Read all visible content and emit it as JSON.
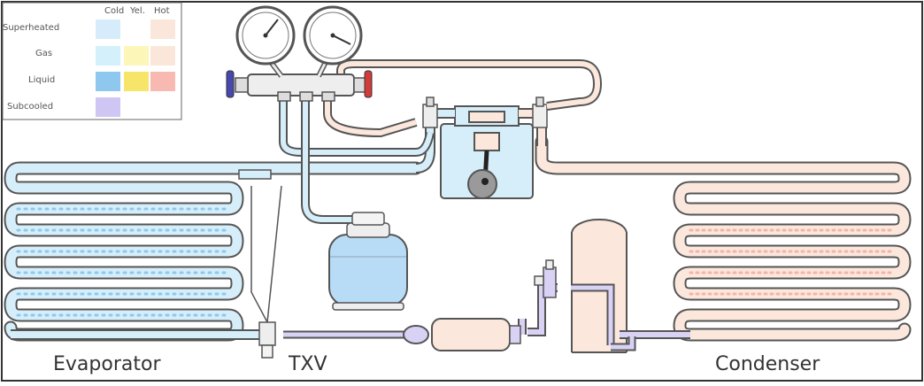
{
  "legend": {
    "columns": [
      "Cold",
      "Yel.",
      "Hot"
    ],
    "rows": [
      {
        "label": "Superheated",
        "swatches": [
          "#d6ecfa",
          null,
          "#fbe6dc"
        ]
      },
      {
        "label": "Gas",
        "swatches": [
          "#d4f0fb",
          "#fcf6b8",
          "#fbe7da"
        ]
      },
      {
        "label": "Liquid",
        "swatches": [
          "#8ec8ef",
          "#f7e56a",
          "#f7b9b2"
        ]
      },
      {
        "label": "Subcooled",
        "swatches": [
          "#cfc6f4",
          null,
          null
        ]
      }
    ]
  },
  "labels": {
    "evaporator": "Evaporator",
    "txv": "TXV",
    "condenser": "Condenser"
  },
  "colors": {
    "outline": "#555555",
    "cold_gas": "#d6eef9",
    "hot_gas": "#fbe7dc",
    "hot_liquid": "#f9d3cc",
    "subcooled": "#d9d2f5",
    "tank_liquid": "#a7d3f2",
    "gauge_low_handle": "#4747b0",
    "gauge_high_handle": "#d23b3b",
    "tank_body": "#b9dcf6"
  },
  "icons": {
    "low_gauge": "pressure-gauge-icon",
    "high_gauge": "pressure-gauge-icon",
    "compressor": "compressor-icon",
    "tank": "refrigerant-tank-icon",
    "drier": "filter-drier-icon"
  }
}
